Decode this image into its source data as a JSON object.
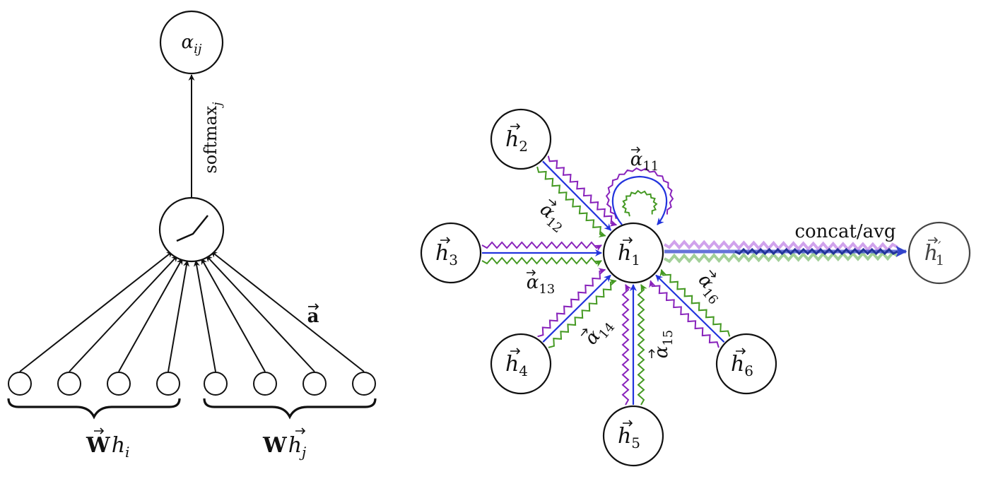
{
  "left_panel": {
    "output_node": {
      "base": "α",
      "sub": "ij"
    },
    "softmax_label": {
      "base": "softmax",
      "sub": "j"
    },
    "vector_label": "a",
    "group_left": {
      "weight": "W",
      "base": "h",
      "sub": "i"
    },
    "group_right": {
      "weight": "W",
      "base": "h",
      "sub": "j"
    }
  },
  "right_panel": {
    "center_node": {
      "base": "h",
      "sub": "1"
    },
    "output_node": {
      "base": "h",
      "prime": "′",
      "sub": "1"
    },
    "neighbors": [
      {
        "base": "h",
        "sub": "2"
      },
      {
        "base": "h",
        "sub": "3"
      },
      {
        "base": "h",
        "sub": "4"
      },
      {
        "base": "h",
        "sub": "5"
      },
      {
        "base": "h",
        "sub": "6"
      }
    ],
    "attention_labels": [
      {
        "base": "α",
        "sub": "11"
      },
      {
        "base": "α",
        "sub": "12"
      },
      {
        "base": "α",
        "sub": "13"
      },
      {
        "base": "α",
        "sub": "14"
      },
      {
        "base": "α",
        "sub": "15"
      },
      {
        "base": "α",
        "sub": "16"
      }
    ],
    "aggregate_label": "concat/avg"
  },
  "colors": {
    "ink": "#111111",
    "head_blue": "#2233dd",
    "head_purple": "#8822bb",
    "head_green": "#449922"
  }
}
